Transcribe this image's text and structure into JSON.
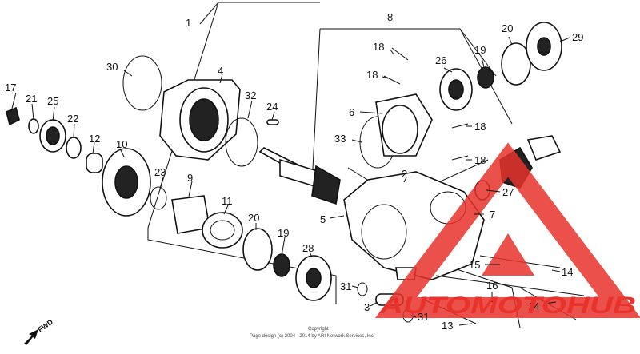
{
  "callouts": [
    {
      "id": "1",
      "label": "1"
    },
    {
      "id": "2",
      "label": "2"
    },
    {
      "id": "3",
      "label": "3"
    },
    {
      "id": "4",
      "label": "4"
    },
    {
      "id": "5",
      "label": "5"
    },
    {
      "id": "6",
      "label": "6"
    },
    {
      "id": "7",
      "label": "7"
    },
    {
      "id": "8",
      "label": "8"
    },
    {
      "id": "9",
      "label": "9"
    },
    {
      "id": "10",
      "label": "10"
    },
    {
      "id": "11",
      "label": "11"
    },
    {
      "id": "12",
      "label": "12"
    },
    {
      "id": "13",
      "label": "13"
    },
    {
      "id": "14a",
      "label": "14"
    },
    {
      "id": "14b",
      "label": "14"
    },
    {
      "id": "15",
      "label": "15"
    },
    {
      "id": "16",
      "label": "16"
    },
    {
      "id": "17",
      "label": "17"
    },
    {
      "id": "18a",
      "label": "18"
    },
    {
      "id": "18b",
      "label": "18"
    },
    {
      "id": "18c",
      "label": "18"
    },
    {
      "id": "18d",
      "label": "18"
    },
    {
      "id": "19a",
      "label": "19"
    },
    {
      "id": "19b",
      "label": "19"
    },
    {
      "id": "20a",
      "label": "20"
    },
    {
      "id": "20b",
      "label": "20"
    },
    {
      "id": "21",
      "label": "21"
    },
    {
      "id": "22",
      "label": "22"
    },
    {
      "id": "23",
      "label": "23"
    },
    {
      "id": "24",
      "label": "24"
    },
    {
      "id": "25",
      "label": "25"
    },
    {
      "id": "26",
      "label": "26"
    },
    {
      "id": "27",
      "label": "27"
    },
    {
      "id": "28",
      "label": "28"
    },
    {
      "id": "29",
      "label": "29"
    },
    {
      "id": "30",
      "label": "30"
    },
    {
      "id": "31a",
      "label": "31"
    },
    {
      "id": "31b",
      "label": "31"
    },
    {
      "id": "32",
      "label": "32"
    },
    {
      "id": "33",
      "label": "33"
    }
  ],
  "fwd_label": "FWD",
  "copyright": {
    "line1": "Copyright",
    "line2": "Page design (c) 2004 - 2014 by ARI Network Services, Inc."
  },
  "watermark": {
    "text": "AUTOMOTOHUB",
    "color_red": "#e8322b",
    "color_orange": "#f5a623",
    "color_dark": "#2b2b2b"
  }
}
